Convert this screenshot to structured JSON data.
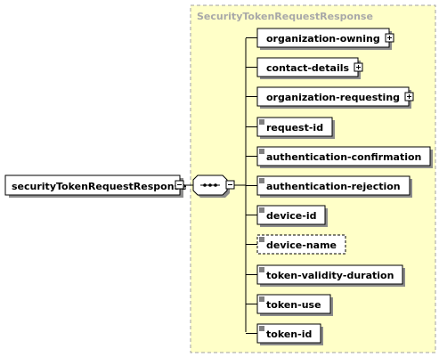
{
  "diagram": {
    "type_title": "SecurityTokenRequestResponse",
    "root_element": "securityTokenRequestResponse",
    "sequence_symbol": "sequence",
    "elements": [
      {
        "name": "organization-owning",
        "kind": "complex",
        "optional": false
      },
      {
        "name": "contact-details",
        "kind": "complex",
        "optional": false
      },
      {
        "name": "organization-requesting",
        "kind": "complex",
        "optional": false
      },
      {
        "name": "request-id",
        "kind": "simple",
        "optional": false
      },
      {
        "name": "authentication-confirmation",
        "kind": "simple",
        "optional": false
      },
      {
        "name": "authentication-rejection",
        "kind": "simple",
        "optional": false
      },
      {
        "name": "device-id",
        "kind": "simple",
        "optional": false
      },
      {
        "name": "device-name",
        "kind": "simple",
        "optional": true
      },
      {
        "name": "token-validity-duration",
        "kind": "simple",
        "optional": false
      },
      {
        "name": "token-use",
        "kind": "simple",
        "optional": false
      },
      {
        "name": "token-id",
        "kind": "simple",
        "optional": false
      }
    ],
    "colors": {
      "type_box_fill": "#ffffc8",
      "type_box_border": "#a0a0a0",
      "type_title": "#a8a8a8",
      "element_border": "#000000",
      "shadow": "#8c8c8c"
    }
  }
}
